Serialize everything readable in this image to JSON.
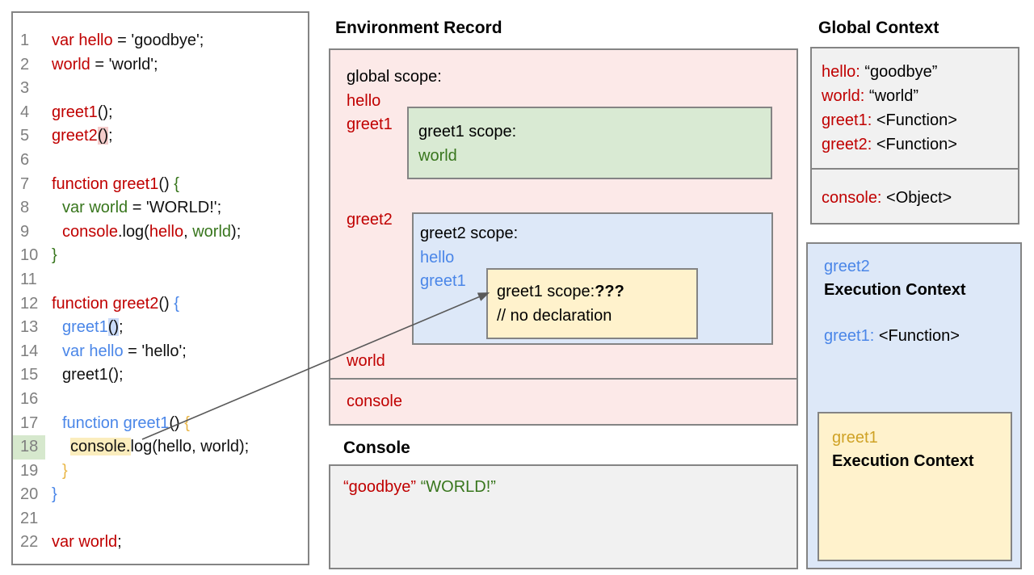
{
  "palette": {
    "red_text": "#c00000",
    "green_text": "#38761d",
    "blue_text": "#4a86e8",
    "gold_text": "#e9b646",
    "pink_bg": "#fce9e8",
    "green_bg": "#d9ead3",
    "blue_bg": "#dde8f8",
    "yellow_bg": "#fff2cc",
    "gray_bg": "#f1f1f1",
    "border_gray": "#848484"
  },
  "code_panel": {
    "lines": [
      {
        "n": "1",
        "ind": 0,
        "tokens": [
          {
            "t": "var hello",
            "c": "red"
          },
          {
            "t": " = 'goodbye';",
            "c": "k"
          }
        ]
      },
      {
        "n": "2",
        "ind": 0,
        "tokens": [
          {
            "t": "world",
            "c": "red"
          },
          {
            "t": " = 'world';",
            "c": "k"
          }
        ]
      },
      {
        "n": "3",
        "ind": 0,
        "tokens": []
      },
      {
        "n": "4",
        "ind": 0,
        "tokens": [
          {
            "t": "greet1",
            "c": "red"
          },
          {
            "t": "();",
            "c": "k"
          }
        ]
      },
      {
        "n": "5",
        "ind": 0,
        "tokens": [
          {
            "t": "greet2",
            "c": "red"
          },
          {
            "t": "()",
            "c": "k",
            "h": "pink"
          },
          {
            "t": ";",
            "c": "k"
          }
        ]
      },
      {
        "n": "6",
        "ind": 0,
        "tokens": []
      },
      {
        "n": "7",
        "ind": 0,
        "tokens": [
          {
            "t": "function greet1",
            "c": "red"
          },
          {
            "t": "() ",
            "c": "k"
          },
          {
            "t": "{",
            "c": "green"
          }
        ]
      },
      {
        "n": "8",
        "ind": 1,
        "tokens": [
          {
            "t": "var world",
            "c": "green"
          },
          {
            "t": " = 'WORLD!';",
            "c": "k"
          }
        ]
      },
      {
        "n": "9",
        "ind": 1,
        "tokens": [
          {
            "t": "console",
            "c": "red"
          },
          {
            "t": ".log(",
            "c": "k"
          },
          {
            "t": "hello",
            "c": "red"
          },
          {
            "t": ", ",
            "c": "k"
          },
          {
            "t": "world",
            "c": "green"
          },
          {
            "t": ");",
            "c": "k"
          }
        ]
      },
      {
        "n": "10",
        "ind": 0,
        "tokens": [
          {
            "t": "}",
            "c": "green"
          }
        ]
      },
      {
        "n": "11",
        "ind": 0,
        "tokens": []
      },
      {
        "n": "12",
        "ind": 0,
        "tokens": [
          {
            "t": "function greet2",
            "c": "red"
          },
          {
            "t": "() ",
            "c": "k"
          },
          {
            "t": "{",
            "c": "blue"
          }
        ]
      },
      {
        "n": "13",
        "ind": 1,
        "tokens": [
          {
            "t": "greet1",
            "c": "blue"
          },
          {
            "t": "()",
            "c": "k",
            "h": "blue"
          },
          {
            "t": ";",
            "c": "k"
          }
        ]
      },
      {
        "n": "14",
        "ind": 1,
        "tokens": [
          {
            "t": "var hello",
            "c": "blue"
          },
          {
            "t": " = 'hello';",
            "c": "k"
          }
        ]
      },
      {
        "n": "15",
        "ind": 1,
        "tokens": [
          {
            "t": "greet1();",
            "c": "k"
          }
        ]
      },
      {
        "n": "16",
        "ind": 0,
        "tokens": []
      },
      {
        "n": "17",
        "ind": 1,
        "tokens": [
          {
            "t": "function greet1",
            "c": "blue"
          },
          {
            "t": "() ",
            "c": "k"
          },
          {
            "t": "{",
            "c": "gold"
          }
        ]
      },
      {
        "n": "18",
        "ind": 2,
        "nh": true,
        "tokens": [
          {
            "t": "console.",
            "c": "k",
            "h": "yellow"
          },
          {
            "t": "log(hello, world);",
            "c": "k"
          }
        ]
      },
      {
        "n": "19",
        "ind": 1,
        "tokens": [
          {
            "t": "}",
            "c": "gold"
          }
        ]
      },
      {
        "n": "20",
        "ind": 0,
        "tokens": [
          {
            "t": "}",
            "c": "blue"
          }
        ]
      },
      {
        "n": "21",
        "ind": 0,
        "tokens": []
      },
      {
        "n": "22",
        "ind": 0,
        "tokens": [
          {
            "t": "var world",
            "c": "red"
          },
          {
            "t": ";",
            "c": "k"
          }
        ]
      }
    ]
  },
  "environment_record": {
    "title": "Environment Record",
    "global_scope_label": "global scope:",
    "var_hello": "hello",
    "var_greet1": "greet1",
    "var_greet2": "greet2",
    "var_world": "world",
    "var_console": "console",
    "greet1_scope": {
      "label": "greet1 scope:",
      "var_world": "world"
    },
    "greet2_scope": {
      "label": "greet2 scope:",
      "var_hello": "hello",
      "var_greet1": "greet1"
    },
    "greet1_inner": {
      "label": "greet1 scope:",
      "unknown": "???",
      "comment": "// no declaration"
    }
  },
  "console_panel": {
    "title": "Console",
    "output_1": "“goodbye”",
    "output_2": "“WORLD!”"
  },
  "global_context": {
    "title": "Global Context",
    "entries": [
      {
        "name": "hello:",
        "value": " “goodbye”"
      },
      {
        "name": "world:",
        "value": " “world”"
      },
      {
        "name": "greet1:",
        "value": " <Function>"
      },
      {
        "name": "greet2:",
        "value": " <Function>"
      }
    ],
    "console_entry": {
      "name": "console:",
      "value": " <Object>"
    }
  },
  "greet2_context": {
    "name": "greet2",
    "title": "Execution Context",
    "entry": {
      "name": "greet1:",
      "value": " <Function>"
    }
  },
  "greet1_context": {
    "name": "greet1",
    "title": "Execution Context"
  }
}
